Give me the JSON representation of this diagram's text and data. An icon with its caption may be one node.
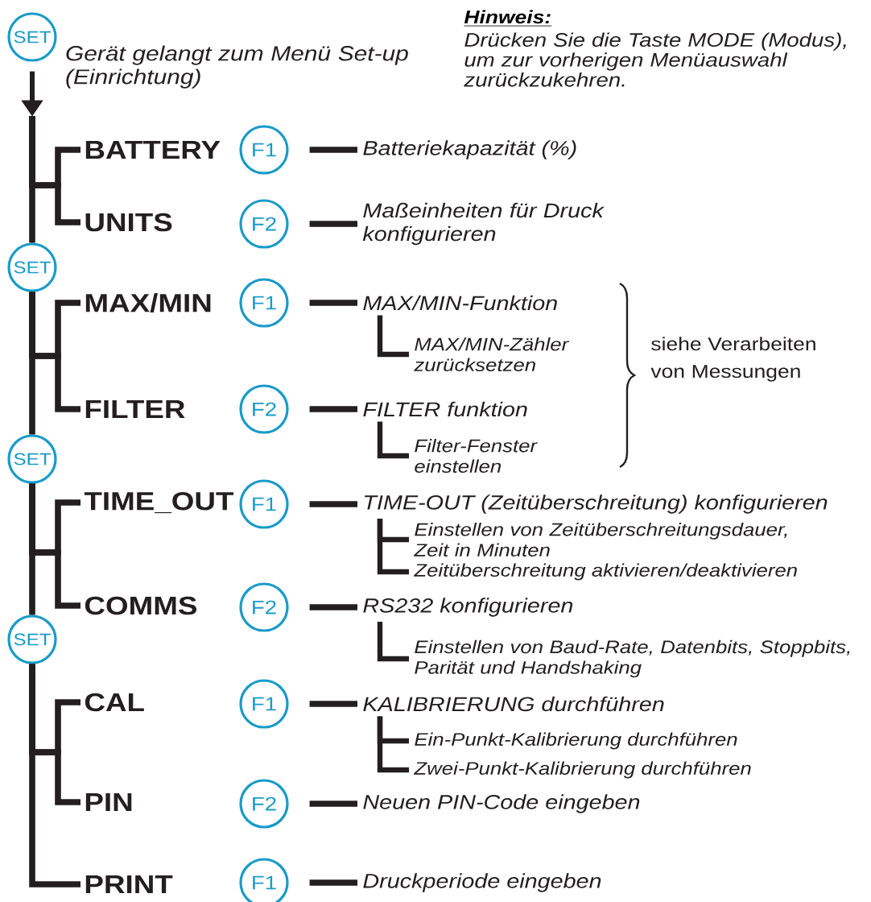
{
  "diagram": {
    "nodes": [
      {
        "text": [
          "SET"
        ],
        "beside": [
          "Gerät gelangt zum Menü Set-up (Einrichtung)"
        ]
      },
      {
        "text": [
          "BATTERY"
        ]
      },
      {
        "text": [
          "F1"
        ]
      },
      {
        "text": [
          "Batteriekapazität (%)"
        ]
      },
      {
        "text": [
          "UNITS"
        ]
      },
      {
        "text": [
          "F2"
        ]
      },
      {
        "text": [
          "Maßeinheiten für Druck konfigurieren"
        ]
      },
      {
        "text": [
          "SET"
        ]
      },
      {
        "text": [
          "MAX/MIN"
        ]
      },
      {
        "text": [
          "F1"
        ]
      },
      {
        "text": [
          "MAX/MIN-Funktion"
        ]
      },
      {
        "text": [
          "MAX/MIN-Zähler zurücksetzen"
        ]
      },
      {
        "text": [
          "FILTER"
        ]
      },
      {
        "text": [
          "F2"
        ]
      },
      {
        "text": [
          "FILTER funktion"
        ]
      },
      {
        "text": [
          "Filter-Fenster einstellen"
        ]
      },
      {
        "text": [
          "SET"
        ]
      },
      {
        "text": [
          "TIME_OUT"
        ]
      },
      {
        "text": [
          "F1"
        ]
      },
      {
        "text": [
          "TIME-OUT (Zeitüberschreitung) konfigurieren"
        ]
      },
      {
        "text": [
          "Einstellen von Zeitüberschreitungsdauer, Zeit in Minuten"
        ]
      },
      {
        "text": [
          "Zeitüberschreitung aktivieren/deaktivieren"
        ]
      },
      {
        "text": [
          "COMMS"
        ]
      },
      {
        "text": [
          "F2"
        ]
      },
      {
        "text": [
          "RS232 konfigurieren"
        ]
      },
      {
        "text": [
          "Einstellen von Baud-Rate, Datenbits, Stoppbits, Parität und Handshaking"
        ]
      },
      {
        "text": [
          "SET"
        ]
      },
      {
        "text": [
          "CAL"
        ]
      },
      {
        "text": [
          "F1"
        ]
      },
      {
        "text": [
          "KALIBRIERUNG durchführen"
        ]
      },
      {
        "text": [
          "Ein-Punkt-Kalibrierung durchführen"
        ]
      },
      {
        "text": [
          "Zwei-Punkt-Kalibrierung durchführen"
        ]
      },
      {
        "text": [
          "PIN"
        ]
      },
      {
        "text": [
          "F2"
        ]
      },
      {
        "text": [
          "Neuen PIN-Code eingeben"
        ]
      },
      {
        "text": [
          "PRINT"
        ]
      },
      {
        "text": [
          "F1"
        ]
      },
      {
        "text": [
          "Druckperiode eingeben"
        ]
      }
    ],
    "edges": [
      {
        "from": 0,
        "to": null,
        "arrow": "to"
      },
      {
        "from": null,
        "to": 1,
        "arrow": "none"
      },
      {
        "from": null,
        "to": 4,
        "arrow": "none"
      },
      {
        "from": null,
        "to": 7,
        "arrow": "none"
      },
      {
        "from": 7,
        "to": 8,
        "arrow": "none"
      },
      {
        "from": 7,
        "to": 12,
        "arrow": "none"
      },
      {
        "from": 7,
        "to": 16,
        "arrow": "none"
      },
      {
        "from": 16,
        "to": 17,
        "arrow": "none"
      },
      {
        "from": 16,
        "to": 22,
        "arrow": "none"
      },
      {
        "from": 16,
        "to": 26,
        "arrow": "none"
      },
      {
        "from": 26,
        "to": 27,
        "arrow": "none"
      },
      {
        "from": 26,
        "to": 32,
        "arrow": "none"
      },
      {
        "from": 26,
        "to": 35,
        "arrow": "none"
      },
      {
        "from": 2,
        "to": 3,
        "arrow": "none"
      },
      {
        "from": 5,
        "to": 6,
        "arrow": "none"
      },
      {
        "from": 9,
        "to": 10,
        "arrow": "none"
      },
      {
        "from": 10,
        "to": 11,
        "arrow": "none"
      },
      {
        "from": 13,
        "to": 14,
        "arrow": "none"
      },
      {
        "from": 14,
        "to": 15,
        "arrow": "none"
      },
      {
        "from": 18,
        "to": 19,
        "arrow": "none"
      },
      {
        "from": 19,
        "to": 20,
        "arrow": "none"
      },
      {
        "from": 19,
        "to": 21,
        "arrow": "none"
      },
      {
        "from": 23,
        "to": 24,
        "arrow": "none"
      },
      {
        "from": 24,
        "to": 25,
        "arrow": "none"
      },
      {
        "from": 28,
        "to": 29,
        "arrow": "none"
      },
      {
        "from": 29,
        "to": 30,
        "arrow": "none"
      },
      {
        "from": 29,
        "to": 31,
        "arrow": "none"
      },
      {
        "from": 33,
        "to": 34,
        "arrow": "none"
      },
      {
        "from": 36,
        "to": 37,
        "arrow": "none"
      }
    ],
    "labels": [
      "Hinweis:",
      "Drücken Sie die Taste MODE (Modus), um zur vorherigen Menüauswahl zurückzukehren.",
      "siehe Verarbeiten von Messungen"
    ]
  }
}
